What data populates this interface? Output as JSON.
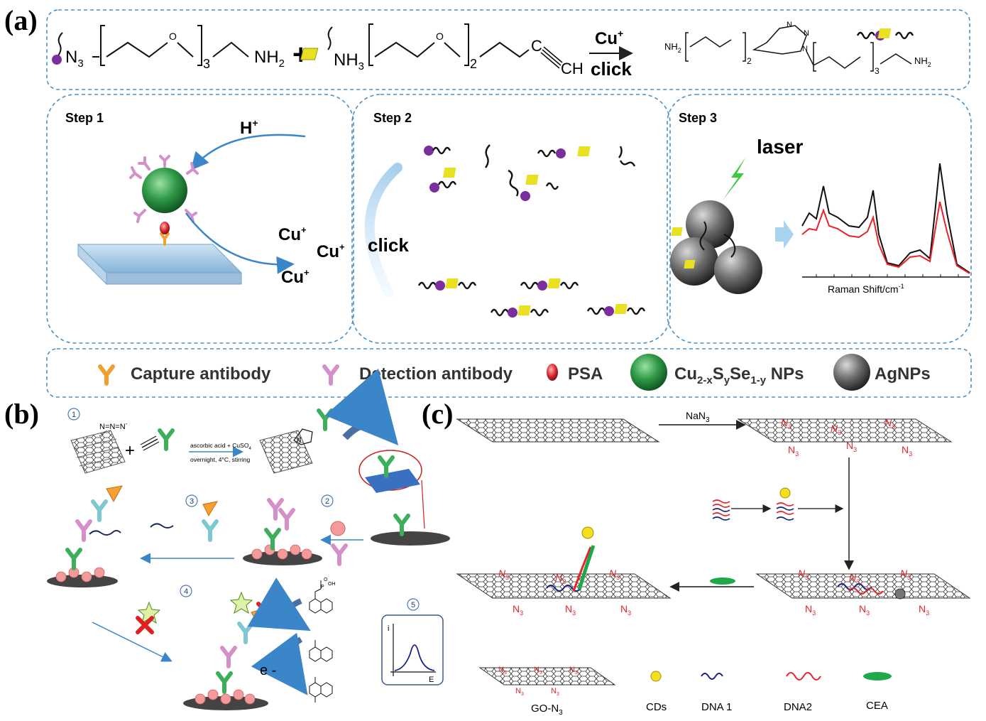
{
  "panels": {
    "a": {
      "letter": "(a)",
      "reaction": {
        "left_sub": "N",
        "left_sub_idx": "3",
        "repeat1": "3",
        "nh2": "NH",
        "nh2_idx": "2",
        "plus": "+",
        "nh3": "NH",
        "nh3_idx": "3",
        "repeat2": "2",
        "alkyne_c": "C",
        "alkyne_ch": "CH",
        "o_label": "O",
        "arrow_top": "Cu",
        "arrow_top_sup": "+",
        "arrow_bottom": "click",
        "product_nh2_left": "NH",
        "product_nh2_left_idx": "2",
        "product_repeat_left": "2",
        "product_repeat_right": "3",
        "product_nh2_right": "NH",
        "product_nh2_right_idx": "2",
        "triazole_n": "N"
      },
      "step1": {
        "title": "Step 1",
        "h_label": "H",
        "h_sup": "+",
        "cu1": "Cu",
        "cu2": "Cu",
        "cu3": "Cu",
        "cu_sup": "+"
      },
      "step2": {
        "title": "Step 2",
        "click": "click"
      },
      "step3": {
        "title": "Step 3",
        "laser": "laser",
        "axis": "Raman Shift/cm",
        "axis_sup": "-1"
      },
      "legend": {
        "capture": "Capture antibody",
        "detection": "Detection antibody",
        "psa": "PSA",
        "cu": "Cu",
        "cu_sub1": "2-x",
        "cu_s": "S",
        "cu_sub2": "y",
        "cu_se": "Se",
        "cu_sub3": "1-y",
        "cu_np": " NPs",
        "ag": "AgNPs"
      }
    },
    "b": {
      "letter": "(b)",
      "step_numbers": [
        "1",
        "2",
        "3",
        "4",
        "5"
      ],
      "azide": "N=N=N",
      "azide_minus": "-",
      "plus": "+",
      "arrow_top": "ascorbic acid + CuSO",
      "arrow_top_idx": "4",
      "arrow_bottom": "overnight, 4°C, stirring",
      "triazole_n": "N",
      "electron": "e -",
      "phosphate_o": "O",
      "phosphate_p": "P",
      "phosphate_oh": "OH",
      "plot_y": "i",
      "plot_x": "E"
    },
    "c": {
      "letter": "(c)",
      "nan3": "NaN",
      "nan3_idx": "3",
      "n3": "N",
      "n3_idx": "3",
      "legend": {
        "go": "GO-N",
        "go_idx": "3",
        "cds": "CDs",
        "dna1": "DNA 1",
        "dna2": "DNA2",
        "cea": "CEA"
      }
    }
  },
  "colors": {
    "dash_border": "#4a90c8",
    "arrow_blue": "#3a86c8",
    "red_curve": "#e8232a",
    "green_np": "#1f8a3a",
    "yellow_tag": "#e8e020",
    "purple_ball": "#7a2ea0",
    "dna1": "#1a237e",
    "dna2": "#e8232a"
  }
}
